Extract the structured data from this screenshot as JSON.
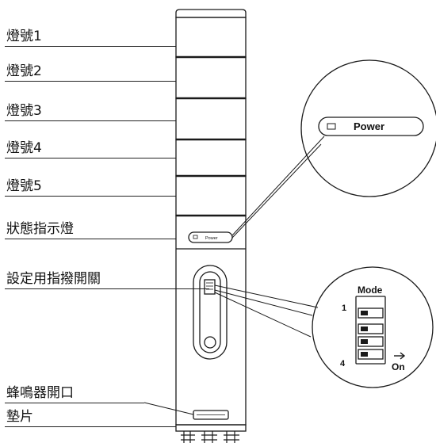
{
  "labels": {
    "light1": "燈號1",
    "light2": "燈號2",
    "light3": "燈號3",
    "light4": "燈號4",
    "light5": "燈號5",
    "status_light": "狀態指示燈",
    "dip_switch": "設定用指撥開關",
    "buzzer_opening": "蜂鳴器開口",
    "gasket": "墊片"
  },
  "power_callout": {
    "text": "Power",
    "small_text": "Power"
  },
  "dip_callout": {
    "title": "Mode",
    "first_index": "1",
    "last_index": "4",
    "on_label": "On",
    "switch_count": 4
  },
  "colors": {
    "stroke": "#1a1a1a",
    "text": "#111111",
    "background": "#ffffff"
  }
}
